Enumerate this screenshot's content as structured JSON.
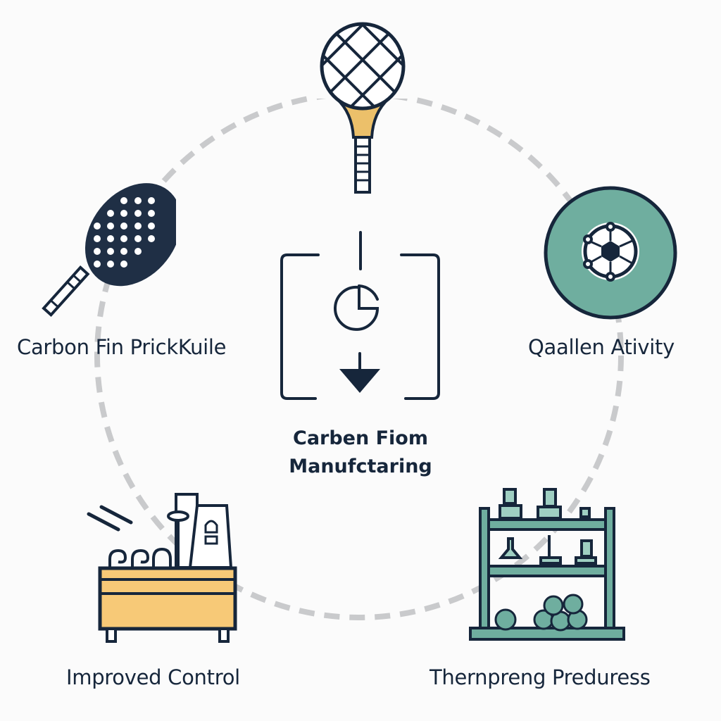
{
  "diagram": {
    "type": "cycle",
    "center": {
      "title_line1": "Carben Fiom",
      "title_line2": "Manufctaring",
      "icon": "chart-process-icon"
    },
    "nodes": [
      {
        "id": "top",
        "label": "",
        "icon": "tennis-racket-icon"
      },
      {
        "id": "left",
        "label": "Carbon Fin PrickKuile",
        "icon": "pickleball-paddle-icon"
      },
      {
        "id": "right",
        "label": "Qaallen Ativity",
        "icon": "soccer-ball-disc-icon"
      },
      {
        "id": "bottom-left",
        "label": "Improved Control",
        "icon": "factory-icon"
      },
      {
        "id": "bottom-right",
        "label": "Thernpreng Preduress",
        "icon": "shelf-equipment-icon"
      }
    ],
    "colors": {
      "ink": "#16263b",
      "dash": "#c9cacc",
      "teal": "#6fae9f",
      "teal_light": "#9fcfc2",
      "yellow": "#f7c977",
      "racket_neck": "#ecc06a",
      "background": "#fbfbfb"
    }
  }
}
